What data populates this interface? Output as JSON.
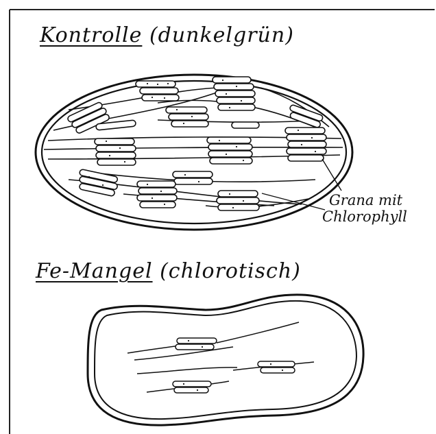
{
  "panels": {
    "control": {
      "title_main": "Kontrolle",
      "title_paren": "(dunkelgrün)"
    },
    "iron_deficiency": {
      "title_main": "Fe-Mangel",
      "title_paren": "(chlorotisch)"
    }
  },
  "annotation": {
    "line1": "Grana mit",
    "line2": "Chlorophyll"
  }
}
